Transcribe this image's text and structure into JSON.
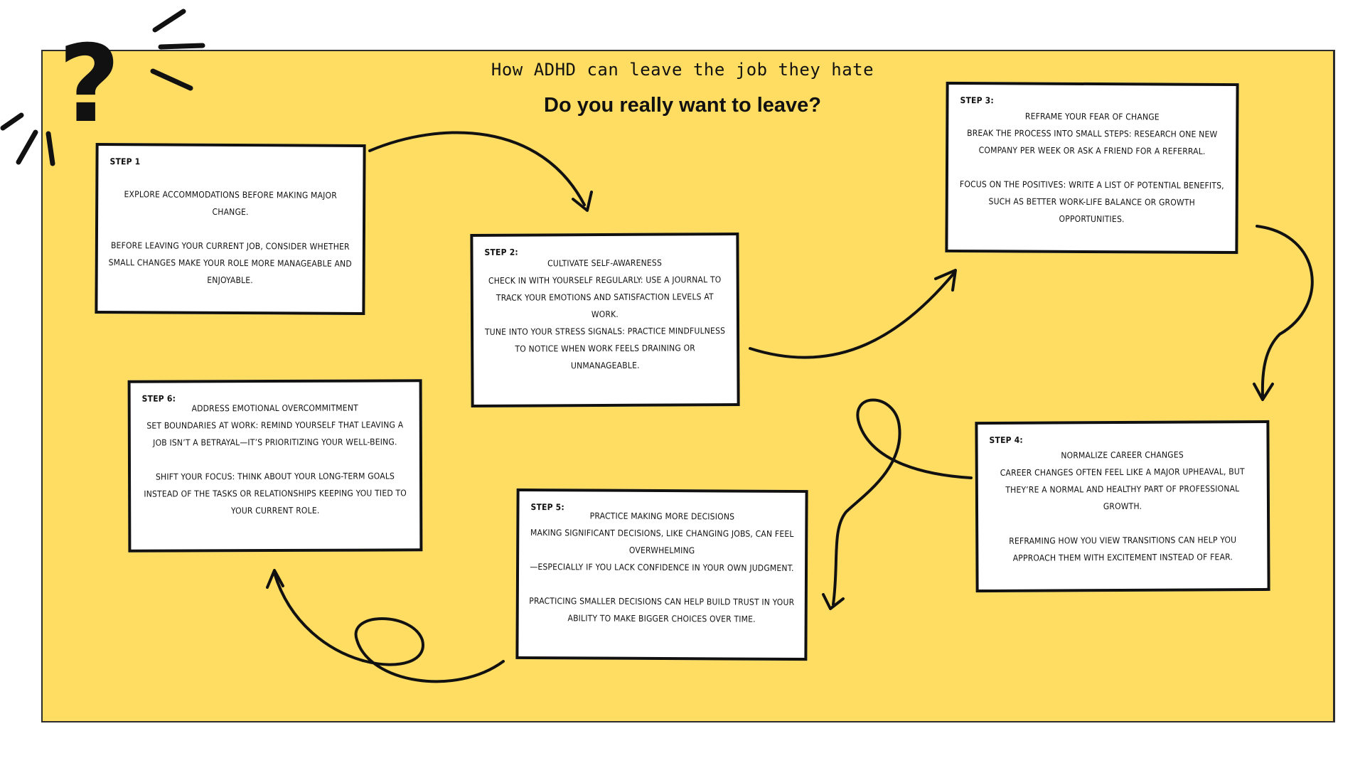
{
  "board": {
    "background": "#ffdd63"
  },
  "title": "How ADHD can leave the job they hate",
  "subtitle": "Do you really want to leave?",
  "icons": [
    "question-mark-icon",
    "burst-lines-icon"
  ],
  "steps": [
    {
      "label": "Step 1",
      "heading": "",
      "body": "Explore accommodations before making major change.\n\nBefore leaving your current job, consider whether small changes make your role more manageable and enjoyable."
    },
    {
      "label": "Step 2:",
      "heading": "Cultivate Self-Awareness",
      "body": "Check in with yourself regularly: Use a journal to track your emotions and satisfaction levels at work.\nTune into your stress signals: Practice mindfulness to notice when work feels draining or unmanageable."
    },
    {
      "label": "Step 3:",
      "heading": "Reframe your fear of change",
      "body": "Break the process into small steps: Research one new company per week or ask a friend for a referral.\n\nFocus on the positives: Write a list of potential benefits, such as better work-life balance or growth opportunities."
    },
    {
      "label": "Step 4:",
      "heading": "Normalize career changes",
      "body": "Career changes often feel like a major upheaval, but they’re a normal and healthy part of professional growth.\n\nReframing how you view transitions can help you approach them with excitement instead of fear."
    },
    {
      "label": "Step 5:",
      "heading": "Practice making more  decisions",
      "body": "Making significant decisions, like changing jobs, can feel overwhelming\n—especially if you lack confidence in your own judgment.\n\nPracticing smaller decisions can help build trust in your ability to make bigger choices over time."
    },
    {
      "label": "Step 6:",
      "heading": "Address Emotional Overcommitment",
      "body": "Set boundaries at work: Remind yourself that leaving a job isn’t a betrayal—it’s prioritizing your well-being.\n\nShift your focus: Think about your long-term goals instead of the tasks or relationships keeping you tied to your current role."
    }
  ]
}
